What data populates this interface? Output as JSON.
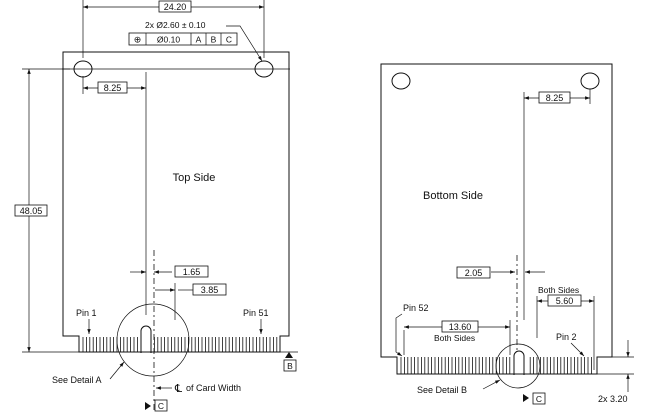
{
  "top_view": {
    "width_dim": "24.20",
    "hole_callout": "2x Ø2.60 ± 0.10",
    "fcf": {
      "symbol": "⊕",
      "tolerance": "Ø0.10",
      "datum_1": "A",
      "datum_2": "B",
      "datum_3": "C"
    },
    "offset_dim": "8.25",
    "height_dim": "48.05",
    "label": "Top Side",
    "dim_small_1": "1.65",
    "dim_small_2": "3.85",
    "pin_left": "Pin 1",
    "pin_right": "Pin 51",
    "datum_b": "B",
    "datum_c": "C",
    "detail_note": "See Detail A",
    "centerline_note": "of Card Width",
    "centerline_symbol": "℄"
  },
  "bottom_view": {
    "offset_dim": "8.25",
    "label": "Bottom Side",
    "dim_small": "2.05",
    "both_sides_1": "Both Sides",
    "dim_right": "5.60",
    "pin_left": "Pin 52",
    "dim_mid": "13.60",
    "both_sides_2": "Both Sides",
    "pin_right": "Pin 2",
    "detail_note": "See Detail B",
    "datum_c": "C",
    "edge_dim": "2x 3.20"
  }
}
